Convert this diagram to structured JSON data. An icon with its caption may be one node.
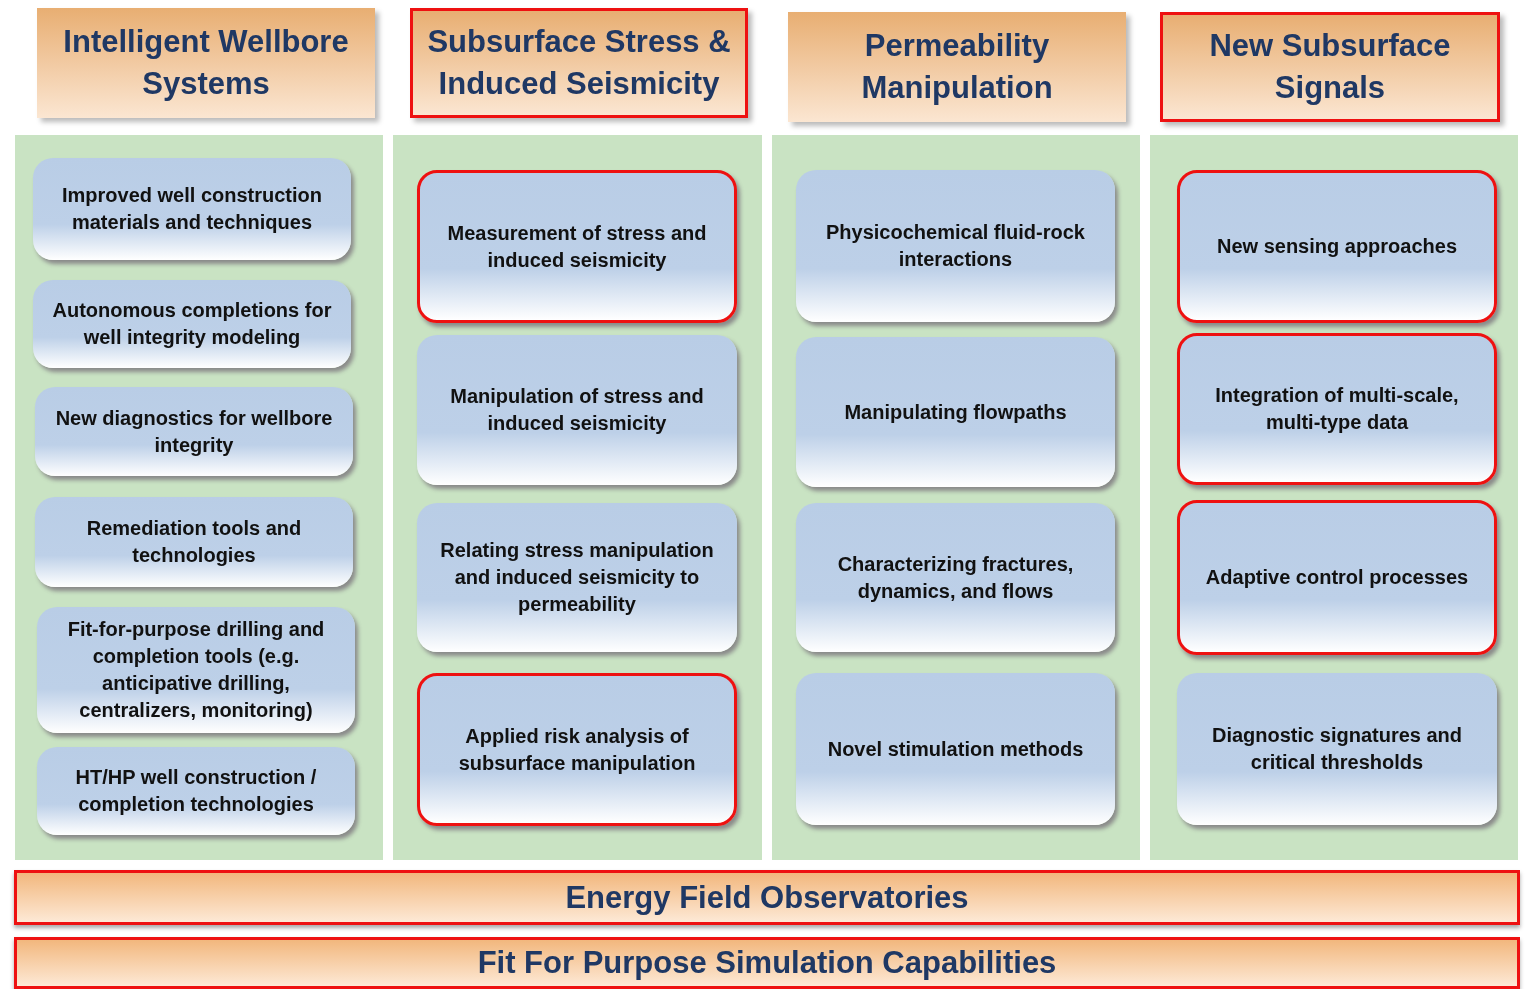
{
  "diagram": {
    "nodes": [
      {
        "text": [
          "Intelligent Wellbore Systems"
        ]
      },
      {
        "text": [
          "Subsurface Stress & Induced Seismicity"
        ]
      },
      {
        "text": [
          "Permeability Manipulation"
        ]
      },
      {
        "text": [
          "New Subsurface Signals"
        ]
      },
      {
        "text": [],
        "shape": "box"
      },
      {
        "text": [
          "Improved well construction materials and techniques"
        ],
        "in": 4
      },
      {
        "text": [
          "Autonomous completions for well integrity modeling"
        ],
        "in": 4
      },
      {
        "text": [
          "New diagnostics for wellbore integrity"
        ],
        "in": 4
      },
      {
        "text": [
          "Remediation tools and technologies"
        ],
        "in": 4
      },
      {
        "text": [
          "Fit-for-purpose drilling and completion tools (e.g. anticipative drilling, centralizers, monitoring)"
        ],
        "in": 4
      },
      {
        "text": [
          "HT/HP well construction / completion technologies"
        ],
        "in": 4
      },
      {
        "text": [],
        "shape": "box"
      },
      {
        "text": [
          "Measurement of stress and induced seismicity"
        ],
        "in": 11
      },
      {
        "text": [
          "Manipulation of stress and induced seismicity"
        ],
        "in": 11
      },
      {
        "text": [
          "Relating stress manipulation and induced seismicity to permeability"
        ],
        "in": 11
      },
      {
        "text": [
          "Applied risk analysis of subsurface manipulation"
        ],
        "in": 11
      },
      {
        "text": [],
        "shape": "box"
      },
      {
        "text": [
          "Physicochemical fluid-rock interactions"
        ],
        "in": 16
      },
      {
        "text": [
          "Manipulating flowpaths"
        ],
        "in": 16
      },
      {
        "text": [
          "Characterizing fractures, dynamics, and flows"
        ],
        "in": 16
      },
      {
        "text": [
          "Novel stimulation methods"
        ],
        "in": 16
      },
      {
        "text": [],
        "shape": "box"
      },
      {
        "text": [
          "New sensing approaches"
        ],
        "in": 21
      },
      {
        "text": [
          "Integration of multi-scale, multi-type data"
        ],
        "in": 21
      },
      {
        "text": [
          "Adaptive control processes"
        ],
        "in": 21
      },
      {
        "text": [
          "Diagnostic signatures and critical thresholds"
        ],
        "in": 21
      },
      {
        "text": [
          "Energy Field Observatories"
        ]
      },
      {
        "text": [
          "Fit For Purpose Simulation Capabilities"
        ]
      }
    ]
  }
}
